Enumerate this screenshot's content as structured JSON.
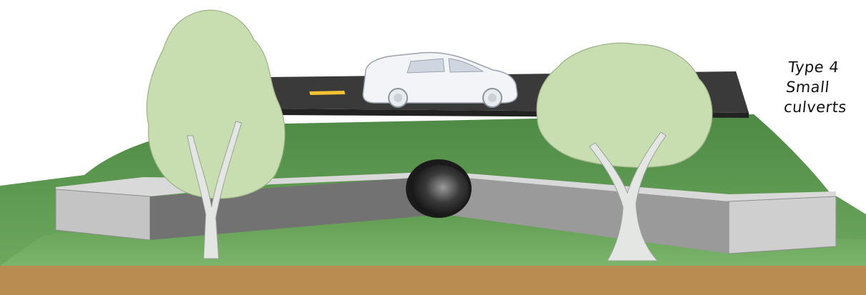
{
  "caption": {
    "line1": "Type 4",
    "line2": "Small",
    "line3": "culverts"
  },
  "colors": {
    "road_asphalt": "#3a3a3a",
    "road_marking": "#f2c230",
    "grass_top": "#5f9c50",
    "grass_light": "#79b26b",
    "soil": "#b98c52",
    "wall_front": "#bdbdbd",
    "wall_shadow": "#6f6f6f",
    "foliage": "#c8ddb0",
    "trunk": "#e3e6e3",
    "car_body": "#f2f4f7"
  },
  "icons": {
    "vehicle": "car-icon",
    "tree_left": "tree-icon",
    "tree_right": "tree-icon",
    "culvert": "culvert-pipe-icon"
  }
}
